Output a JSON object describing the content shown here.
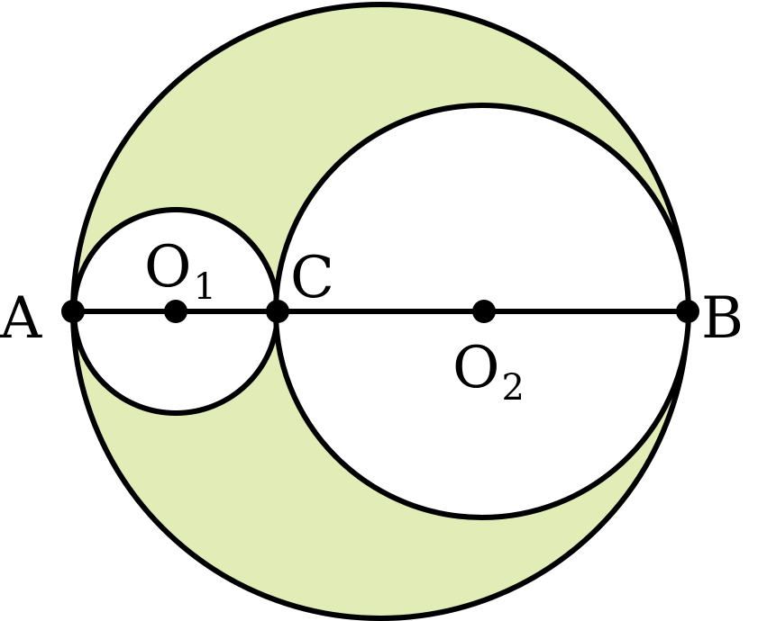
{
  "labels": {
    "A": "A",
    "B": "B",
    "C": "C",
    "O1": {
      "letter": "O",
      "sub": "1"
    },
    "O2": {
      "letter": "O",
      "sub": "2"
    }
  },
  "colors": {
    "shade": "#e2ecb7",
    "stroke": "#000000",
    "inner_fill": "#ffffff"
  }
}
